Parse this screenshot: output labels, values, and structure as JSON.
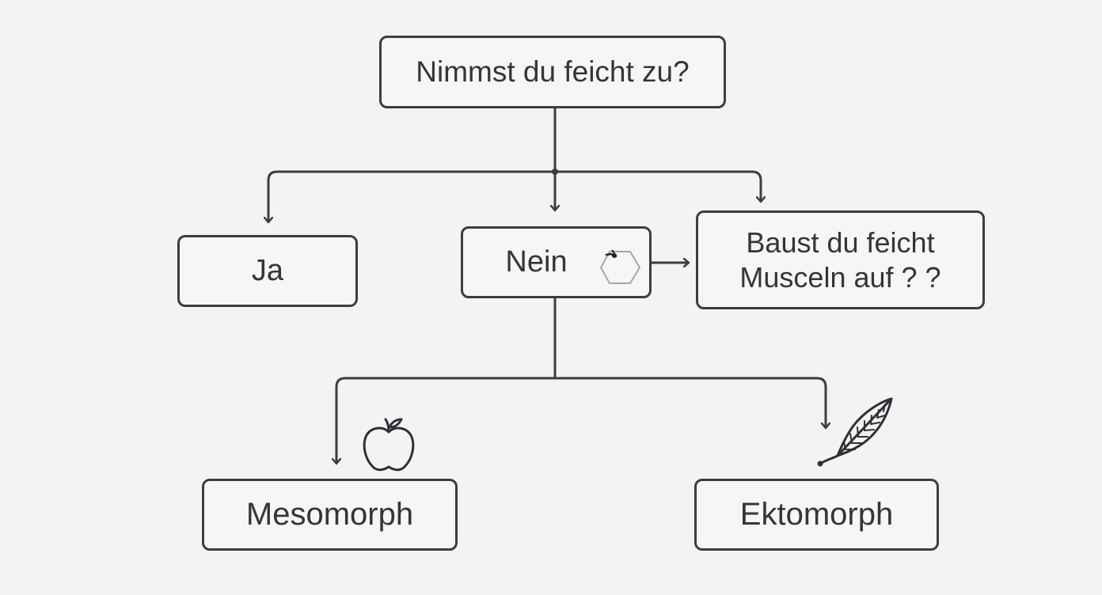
{
  "diagram": {
    "nodes": {
      "root": "Nimmst du feicht zu?",
      "ja": "Ja",
      "nein": "Nein",
      "question2_line1": "Baust du feicht",
      "question2_line2": "Musceln auf ? ?",
      "mesomorph": "Mesomorph",
      "ektomorph": "Ektomorph"
    },
    "icons": [
      "hexagon-icon",
      "apple-icon",
      "feather-icon"
    ],
    "colors": {
      "line": "#3c3d42",
      "text": "#34353a",
      "background": "#f3f3f3"
    }
  }
}
